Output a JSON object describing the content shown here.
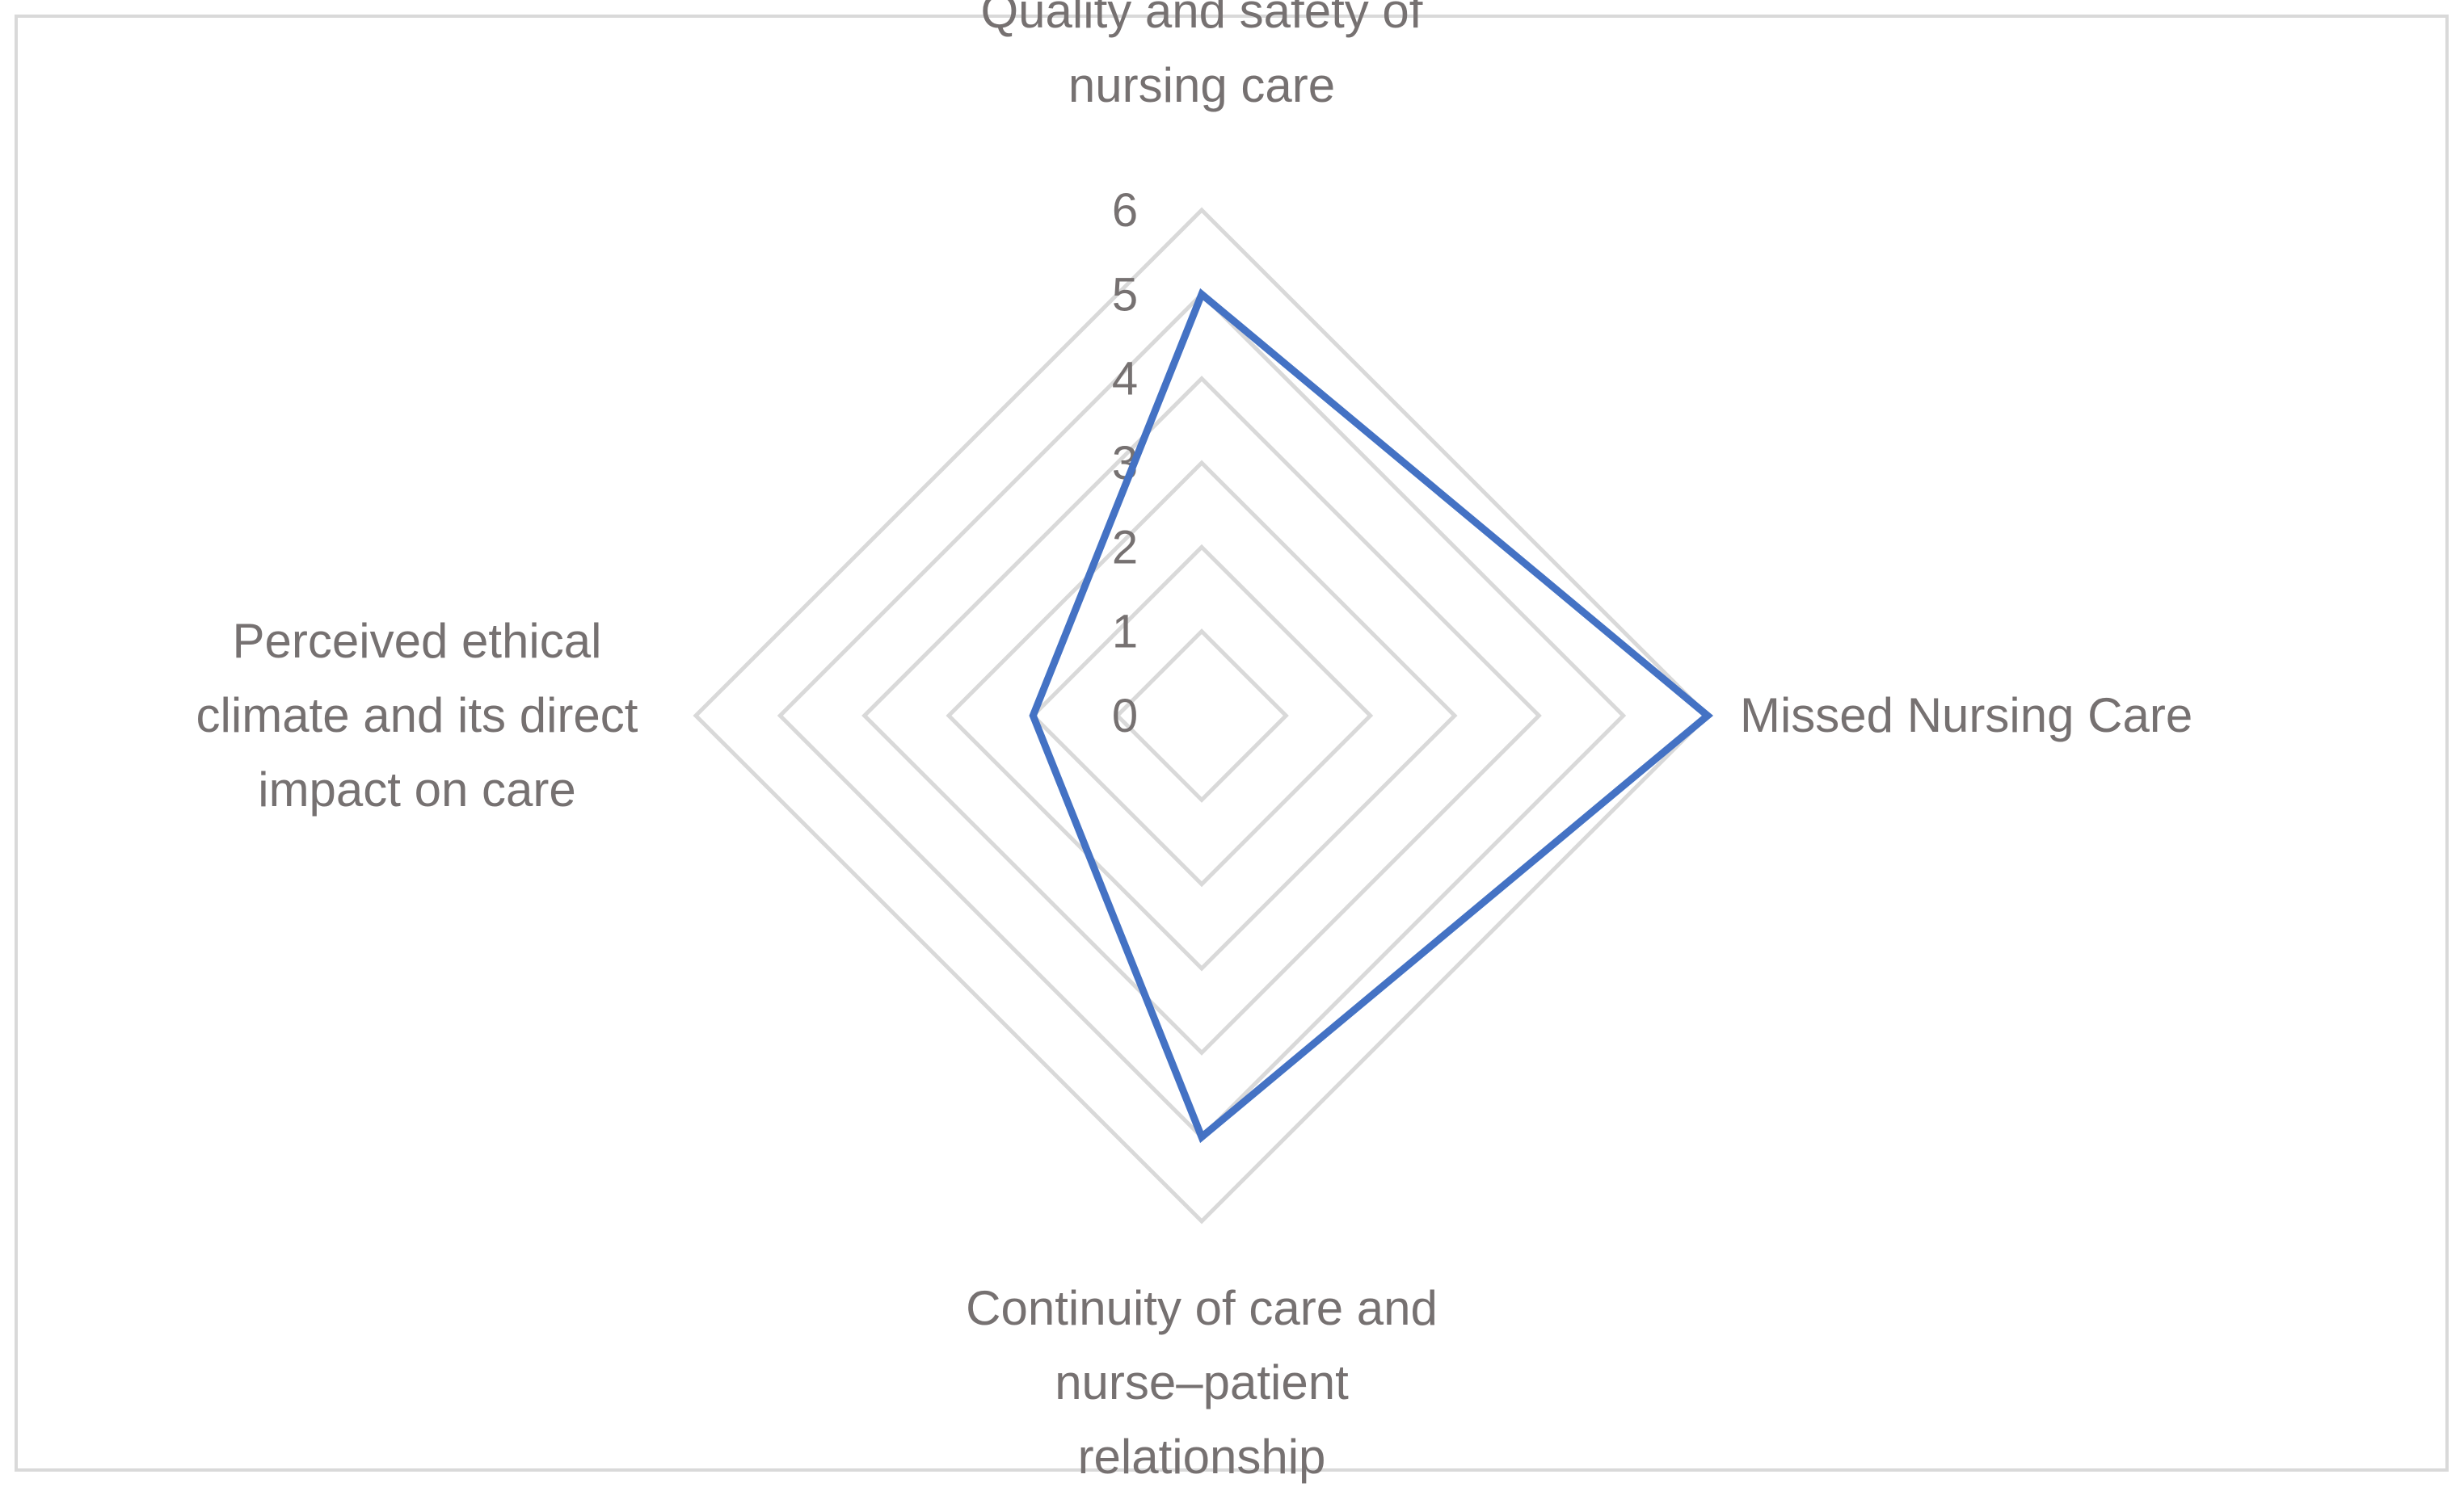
{
  "chart_data": {
    "type": "radar",
    "categories": [
      "Quality and safety of nursing care",
      "Missed Nursing Care",
      "Continuity of care and nurse–patient relationship",
      "Perceived ethical climate and its direct impact on care"
    ],
    "category_label_lines": [
      [
        "Quality and safety of",
        "nursing care"
      ],
      [
        "Missed Nursing Care"
      ],
      [
        "Continuity of care and",
        "nurse–patient",
        "relationship"
      ],
      [
        "Perceived ethical",
        "climate and its direct",
        "impact on care"
      ]
    ],
    "series": [
      {
        "values": [
          5,
          6,
          5,
          2
        ],
        "color": "#4472C4"
      }
    ],
    "rlim": [
      0,
      6
    ],
    "ticks": [
      "0",
      "1",
      "2",
      "3",
      "4",
      "5",
      "6"
    ],
    "grid": true,
    "grid_color": "#D9D9D9",
    "text_color": "#767171",
    "border_color": "#D9D9D9",
    "legend": "none"
  }
}
